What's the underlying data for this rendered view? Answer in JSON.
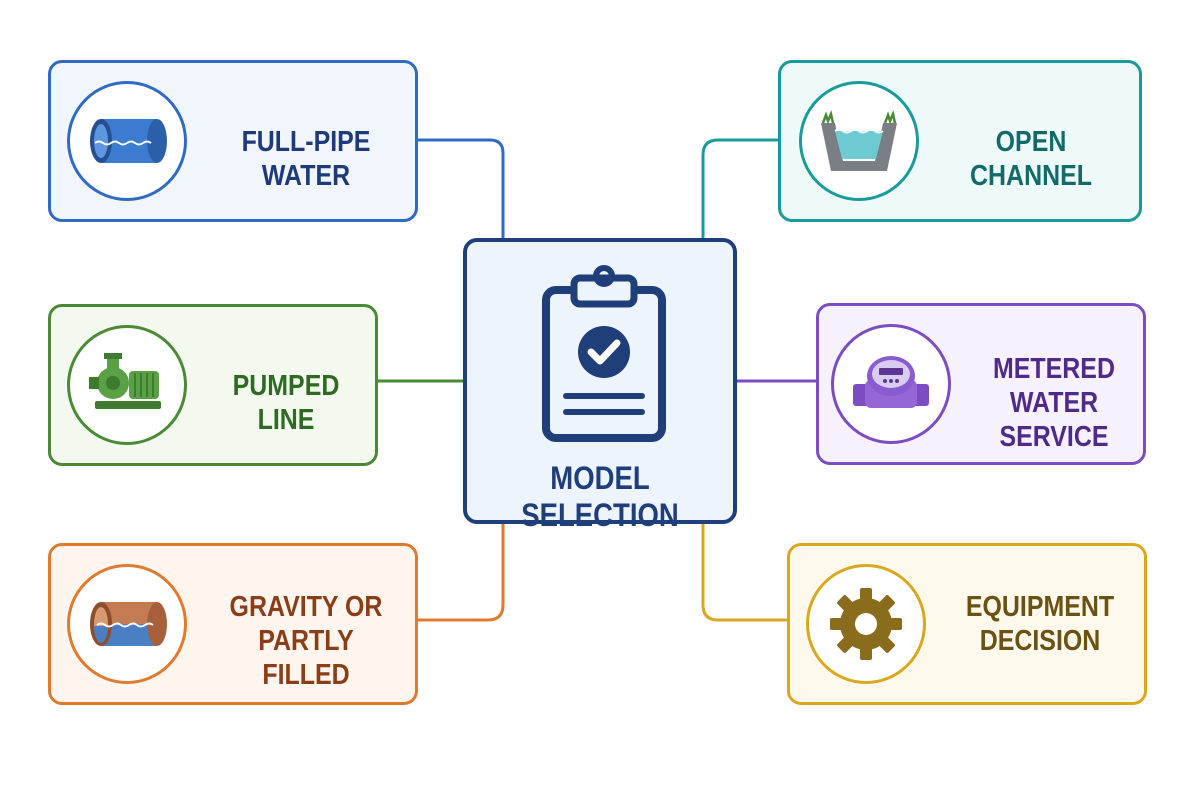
{
  "center": {
    "title": "MODEL SELECTION",
    "icon": "clipboard-check-icon",
    "color": "#1f3f7a",
    "fill": "#eef4fb"
  },
  "nodes": {
    "full_pipe": {
      "label_lines": [
        "FULL-PIPE WATER"
      ],
      "icon": "full-pipe-icon",
      "color": "#2f6bc4",
      "text_color": "#1e3a78",
      "fill": "#f1f6fd"
    },
    "pumped": {
      "label_lines": [
        "PUMPED LINE"
      ],
      "icon": "pump-icon",
      "color": "#4a8a35",
      "text_color": "#2f6a22",
      "fill": "#f3f9ef"
    },
    "gravity": {
      "label_lines": [
        "GRAVITY OR",
        "PARTLY FILLED"
      ],
      "icon": "partly-filled-pipe-icon",
      "color": "#e07a2e",
      "text_color": "#8a3e17",
      "fill": "#fdf5ee"
    },
    "open_channel": {
      "label_lines": [
        "OPEN CHANNEL"
      ],
      "icon": "open-channel-icon",
      "color": "#1a9b9b",
      "text_color": "#136a6a",
      "fill": "#eef9f9"
    },
    "metered": {
      "label_lines": [
        "METERED",
        "WATER SERVICE"
      ],
      "icon": "water-meter-icon",
      "color": "#7d4cc2",
      "text_color": "#4e2a8a",
      "fill": "#f6f1fc"
    },
    "equipment": {
      "label_lines": [
        "EQUIPMENT",
        "DECISION"
      ],
      "icon": "gear-icon",
      "color": "#d9a81f",
      "text_color": "#6b5212",
      "fill": "#fdf9ec"
    }
  }
}
